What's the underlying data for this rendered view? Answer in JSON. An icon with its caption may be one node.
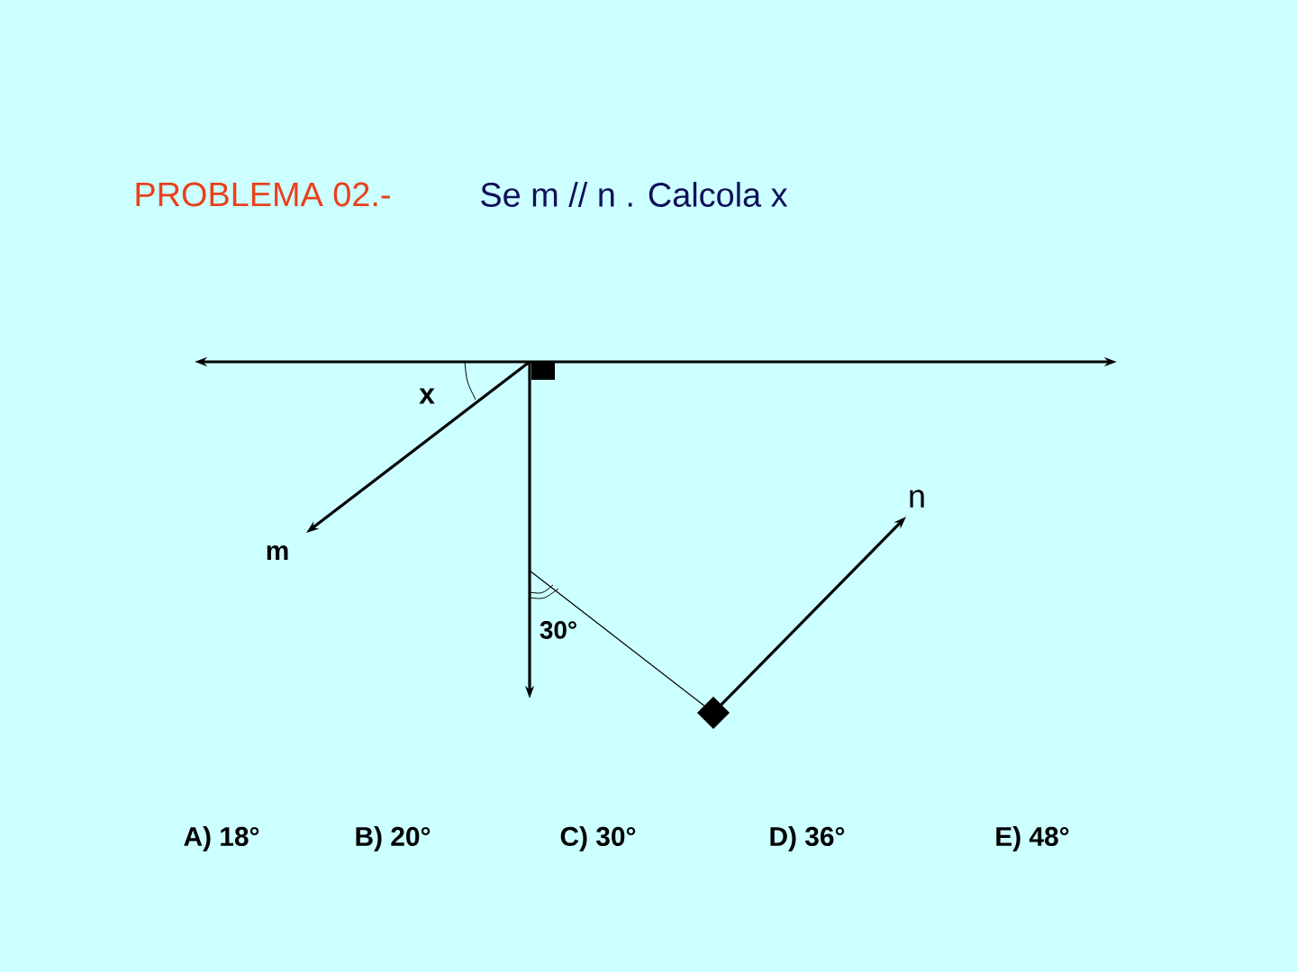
{
  "diagram": {
    "labels": [
      "PROBLEMA 02.-",
      "Se  m // n . Calcola  x",
      "x",
      "n",
      "m",
      "30°",
      "A) 18°",
      "B) 20°",
      "C) 30°",
      "D) 36°",
      "E) 48°"
    ]
  }
}
